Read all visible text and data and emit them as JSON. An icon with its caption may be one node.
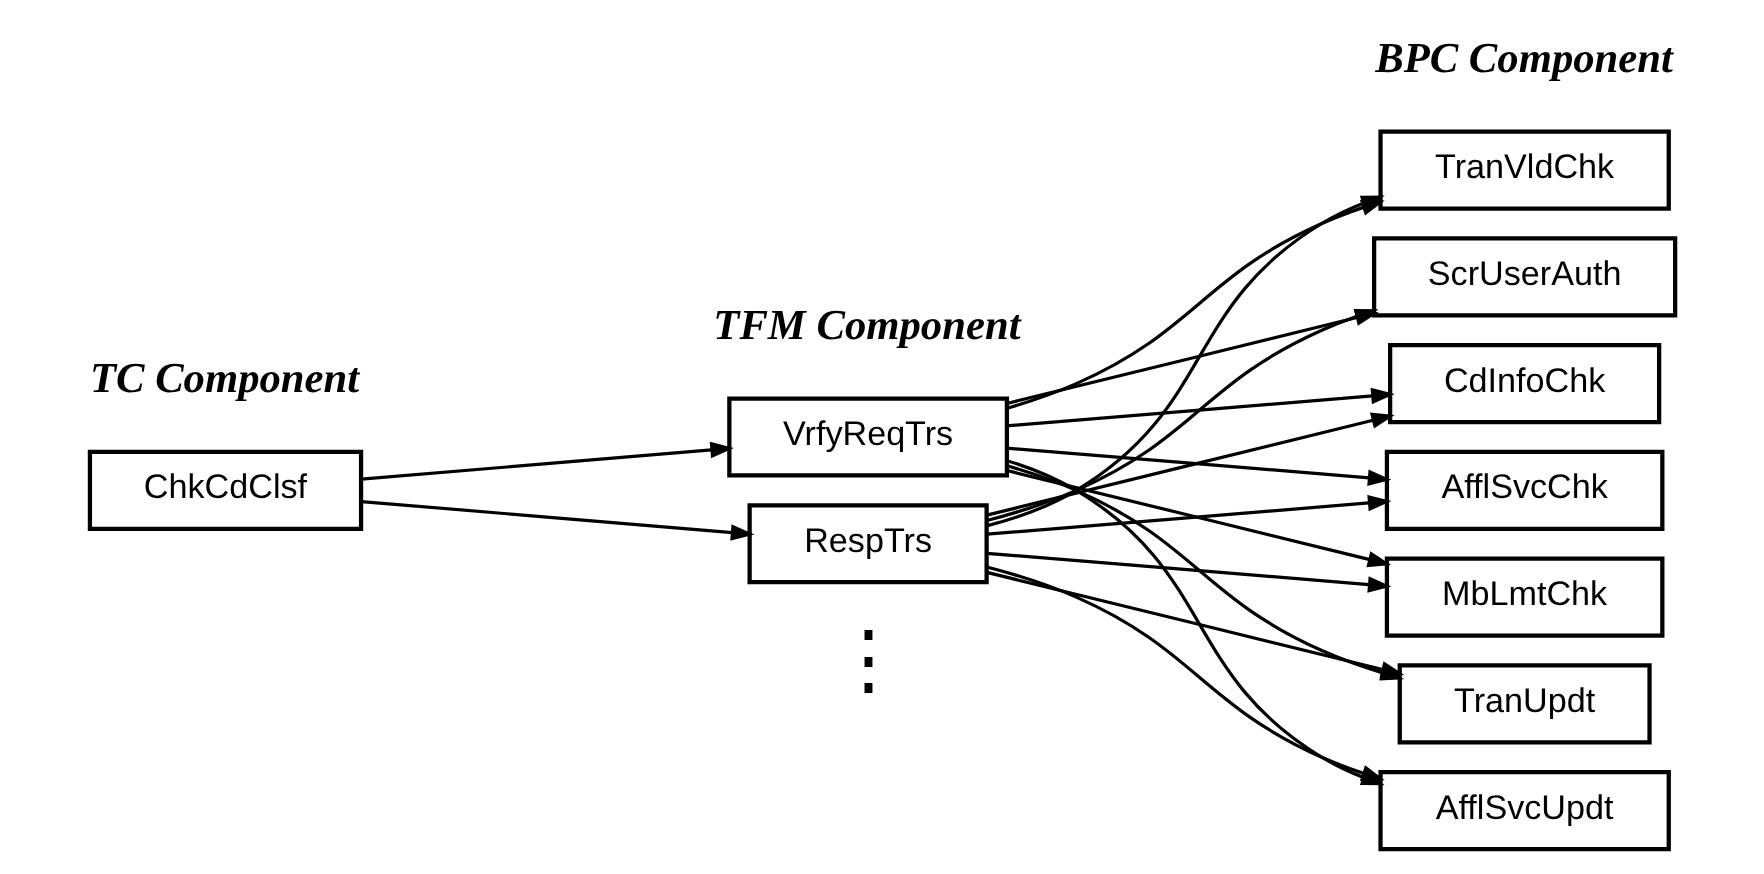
{
  "diagram": {
    "nodes": [
      {
        "text": [
          "ChkCdClsf"
        ]
      },
      {
        "text": [
          "VrfyReqTrs"
        ]
      },
      {
        "text": [
          "RespTrs"
        ]
      },
      {
        "text": [
          "TranVldChk"
        ]
      },
      {
        "text": [
          "ScrUserAuth"
        ]
      },
      {
        "text": [
          "CdInfoChk"
        ]
      },
      {
        "text": [
          "AfflSvcChk"
        ]
      },
      {
        "text": [
          "MbLmtChk"
        ]
      },
      {
        "text": [
          "TranUpdt"
        ]
      },
      {
        "text": [
          "AfflSvcUpdt"
        ]
      }
    ],
    "edges": [
      {
        "from": 0,
        "to": 1,
        "arrow": "to"
      },
      {
        "from": 0,
        "to": 2,
        "arrow": "to"
      },
      {
        "from": 1,
        "to": 3,
        "arrow": "to"
      },
      {
        "from": 1,
        "to": 4,
        "arrow": "to"
      },
      {
        "from": 1,
        "to": 5,
        "arrow": "to"
      },
      {
        "from": 1,
        "to": 6,
        "arrow": "to"
      },
      {
        "from": 1,
        "to": 7,
        "arrow": "to"
      },
      {
        "from": 1,
        "to": 8,
        "arrow": "to"
      },
      {
        "from": 1,
        "to": 9,
        "arrow": "to"
      },
      {
        "from": 2,
        "to": 3,
        "arrow": "to"
      },
      {
        "from": 2,
        "to": 4,
        "arrow": "to"
      },
      {
        "from": 2,
        "to": 5,
        "arrow": "to"
      },
      {
        "from": 2,
        "to": 6,
        "arrow": "to"
      },
      {
        "from": 2,
        "to": 7,
        "arrow": "to"
      },
      {
        "from": 2,
        "to": 8,
        "arrow": "to"
      },
      {
        "from": 2,
        "to": 9,
        "arrow": "to"
      }
    ],
    "labels": [
      "TC Component",
      "TFM Component",
      "BPC Component",
      "⋮"
    ]
  }
}
